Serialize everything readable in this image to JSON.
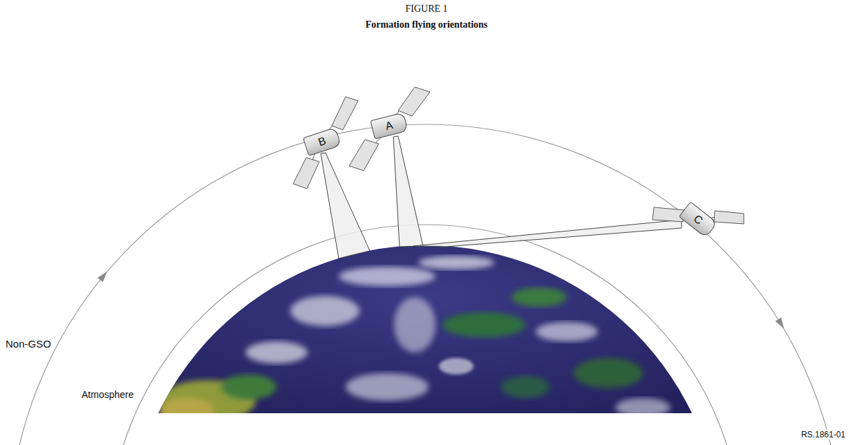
{
  "diagram": {
    "title": "Formation flying orientations",
    "nodes": [
      {
        "text": [
          "B"
        ]
      },
      {
        "text": [
          "A"
        ]
      },
      {
        "text": [
          "C"
        ]
      }
    ],
    "labels": [
      "FIGURE 1",
      "Non-GSO",
      "Atmosphere",
      "RS.1861-01"
    ]
  }
}
